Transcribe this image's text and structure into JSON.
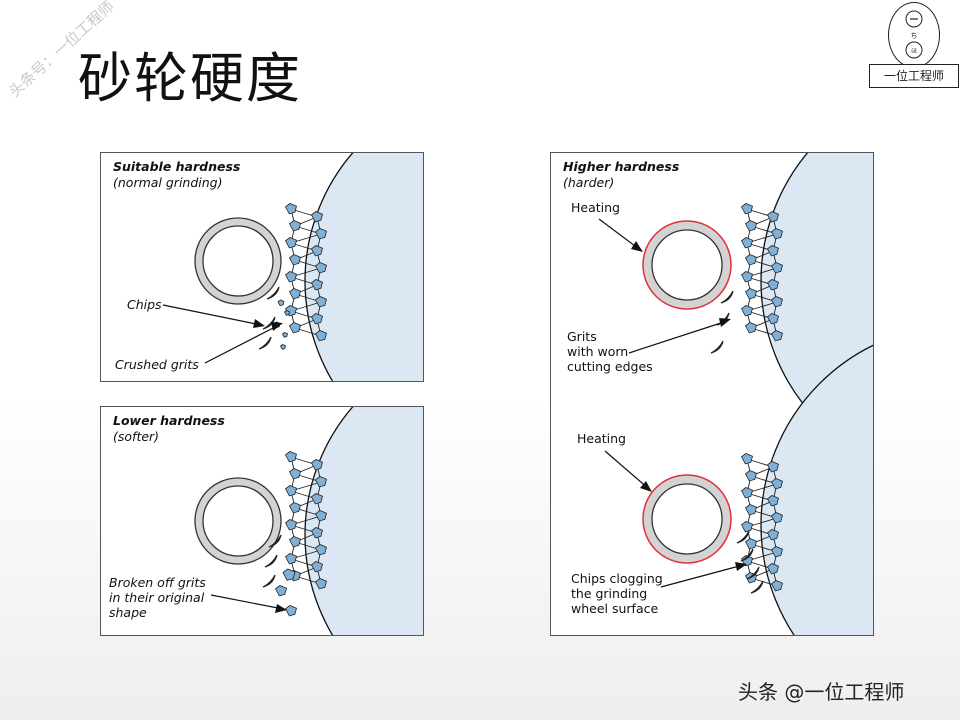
{
  "slide": {
    "title": "砂轮硬度",
    "watermark": "头条号：一位工程师",
    "logo_text": "一位工程师",
    "footer": "头条 @一位工程师"
  },
  "panels": {
    "suitable": {
      "title": "Suitable hardness",
      "subtitle": "(normal grinding)",
      "label_chips": "Chips",
      "label_crushed": "Crushed grits"
    },
    "lower": {
      "title": "Lower hardness",
      "subtitle": "(softer)",
      "label_broken_1": "Broken off grits",
      "label_broken_2": "in their original",
      "label_broken_3": "shape"
    },
    "higher": {
      "title": "Higher hardness",
      "subtitle": "(harder)",
      "label_heating_top": "Heating",
      "label_grits_1": "Grits",
      "label_grits_2": "with worn",
      "label_grits_3": "cutting edges",
      "label_heating_bottom": "Heating",
      "label_clog_1": "Chips clogging",
      "label_clog_2": "the grinding",
      "label_clog_3": "wheel surface"
    }
  },
  "colors": {
    "wheel_fill": "#dbe8f3",
    "grit": "#7fb1d8",
    "ring_gray": "#cfcfcf",
    "ring_heat": "#e0303a"
  }
}
